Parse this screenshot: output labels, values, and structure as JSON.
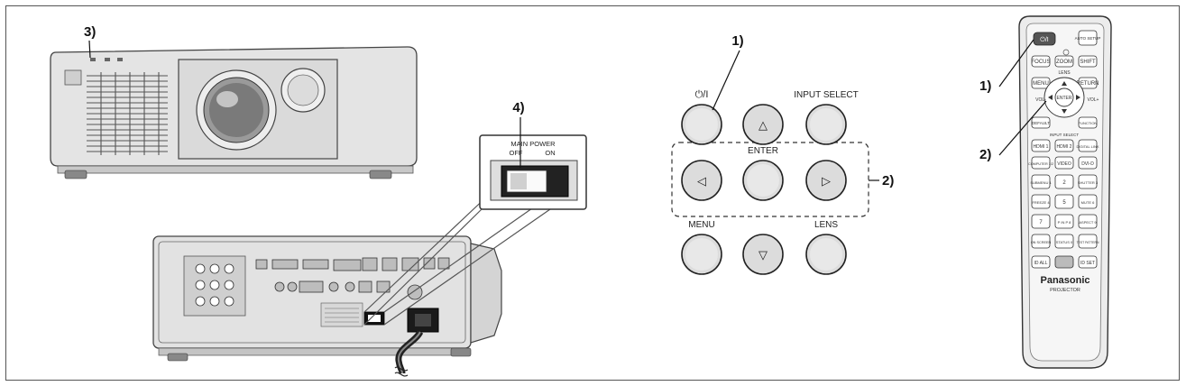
{
  "callouts": {
    "c1_panel": "1)",
    "c1_remote": "1)",
    "c2_panel": "2)",
    "c2_remote": "2)",
    "c3_projector": "3)",
    "c4_switch": "4)"
  },
  "switch": {
    "title": "MAIN POWER",
    "off": "OFF",
    "on": "ON"
  },
  "panel": {
    "power_symbol": "⏻/I",
    "input_select": "INPUT SELECT",
    "enter": "ENTER",
    "menu": "MENU",
    "lens": "LENS",
    "up_glyph": "△",
    "down_glyph": "▽",
    "left_glyph": "◁",
    "right_glyph": "▷"
  },
  "remote": {
    "power_symbol": "⏻/I",
    "auto_setup": "AUTO SETUP",
    "focus": "FOCUS",
    "zoom": "ZOOM",
    "shift": "SHIFT",
    "lens": "LENS",
    "menu": "MENU",
    "return": "RETURN",
    "enter": "ENTER",
    "vol_minus": "VOL-",
    "vol_plus": "VOL+",
    "default": "DEFAULT",
    "function": "FUNCTION",
    "input_select": "INPUT SELECT",
    "hdmi1": "HDMI 1",
    "hdmi2": "HDMI 2",
    "digital_link": "DIGITAL LINK",
    "computer": "COMPUTER 1/2",
    "video": "VIDEO",
    "dvi_d": "DVI-D",
    "k1": "SUBMENU 1",
    "k2": "2",
    "k3": "SHUTTER 3",
    "k4": "FREEZE 4",
    "k5": "5",
    "k6": "MUTE 6",
    "k7": "7",
    "k8": "P IN P 8",
    "k9": "ASPECT 9",
    "onscreen": "ON SCREEN",
    "k0": "STATUS 0",
    "test_pattern": "TEST PATTERN",
    "id_all": "ID ALL",
    "id_set": "ID SET",
    "brand": "Panasonic",
    "model": "PROJECTOR"
  }
}
